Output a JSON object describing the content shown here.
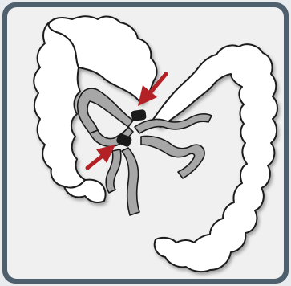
{
  "figure": {
    "colors": {
      "border": "#4e5f6e",
      "panel": "#f0f0f0",
      "colon_fill": "#ffffff",
      "outline": "#1a1a1a",
      "small_bowel": "#a7a7a7",
      "clip": "#1a1a1a",
      "arrow": "#b32025"
    },
    "parts": [
      "colon",
      "small-bowel",
      "clip",
      "arrow"
    ]
  }
}
